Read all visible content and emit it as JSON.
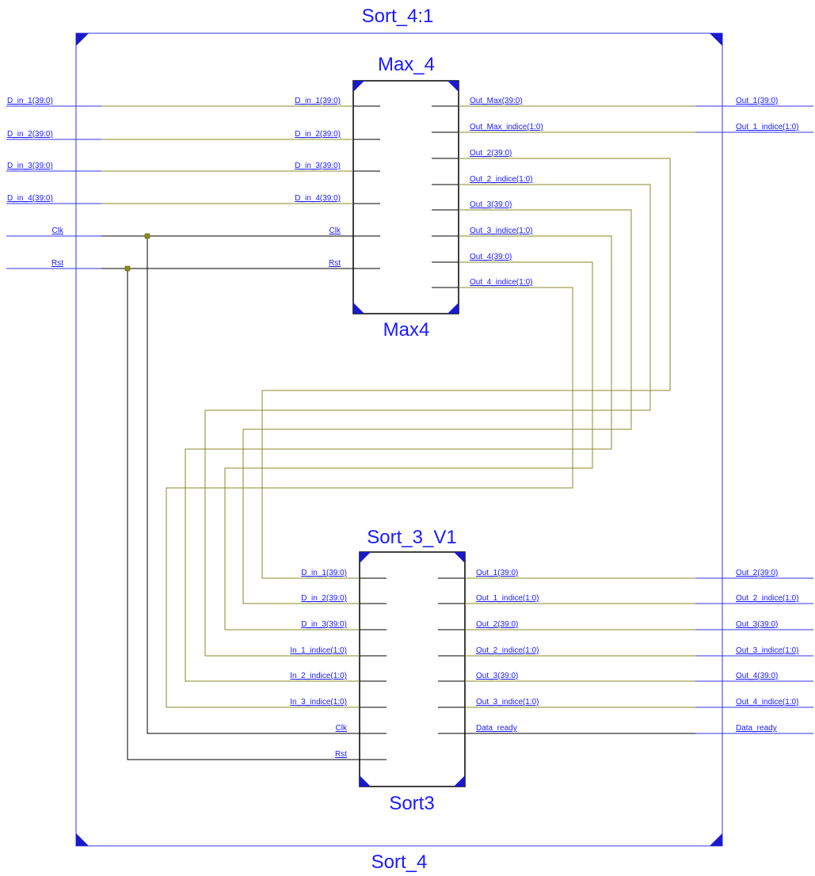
{
  "top_title": "Sort_4:1",
  "bottom_title": "Sort_4",
  "external_inputs": [
    "D_in_1(39:0)",
    "D_in_2(39:0)",
    "D_in_3(39:0)",
    "D_in_4(39:0)",
    "Clk",
    "Rst"
  ],
  "external_outputs_top": [
    "Out_1(39:0)",
    "Out_1_indice(1:0)"
  ],
  "external_outputs_bottom": [
    "Out_2(39:0)",
    "Out_2_indice(1:0)",
    "Out_3(39:0)",
    "Out_3_indice(1:0)",
    "Out_4(39:0)",
    "Out_4_indice(1:0)",
    "Data_ready"
  ],
  "max_block": {
    "instance_name": "Max_4",
    "type_name": "Max4",
    "inputs": [
      "D_in_1(39:0)",
      "D_in_2(39:0)",
      "D_in_3(39:0)",
      "D_in_4(39:0)",
      "Clk",
      "Rst"
    ],
    "outputs": [
      "Out_Max(39:0)",
      "Out_Max_indice(1:0)",
      "Out_2(39:0)",
      "Out_2_indice(1:0)",
      "Out_3(39:0)",
      "Out_3_indice(1:0)",
      "Out_4(39:0)",
      "Out_4_indice(1:0)"
    ]
  },
  "sort_block": {
    "instance_name": "Sort_3_V1",
    "type_name": "Sort3",
    "inputs": [
      "D_in_1(39:0)",
      "D_in_2(39:0)",
      "D_in_3(39:0)",
      "In_1_indice(1:0)",
      "In_2_indice(1:0)",
      "In_3_indice(1:0)",
      "Clk",
      "Rst"
    ],
    "outputs": [
      "Out_1(39:0)",
      "Out_1_indice(1:0)",
      "Out_2(39:0)",
      "Out_2_indice(1:0)",
      "Out_3(39:0)",
      "Out_3_indice(1:0)",
      "Data_ready"
    ]
  },
  "colors": {
    "frame": "#3333ee",
    "label": "#1a1aff",
    "wire": "#8a8a2a",
    "control_wire": "#000000",
    "junction": "#8a8a1a"
  }
}
